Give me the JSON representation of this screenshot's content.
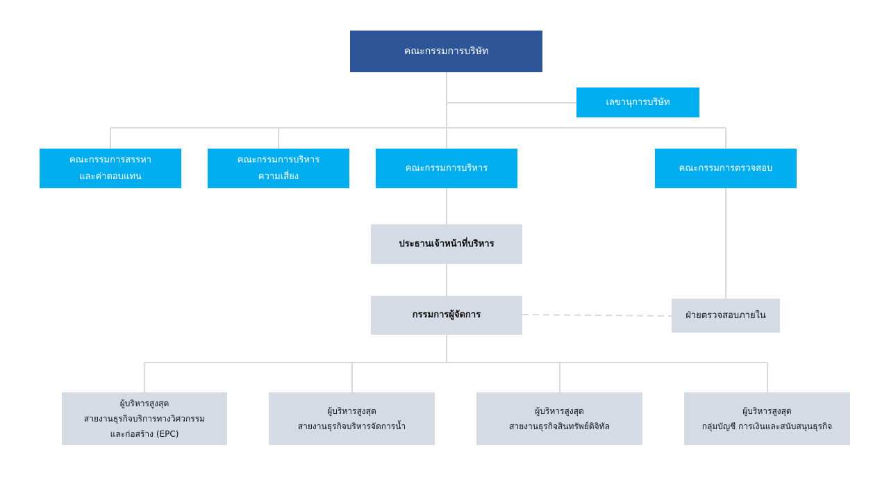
{
  "board": "คณะกรรมการบริษัท",
  "secretary": "เลขานุการบริษัท",
  "committees": {
    "nomination": [
      "คณะกรรมการสรรหา",
      "และค่าตอบแทน"
    ],
    "risk": [
      "คณะกรรมการบริหาร",
      "ความเสี่ยง"
    ],
    "executive": "คณะกรรมการบริหาร",
    "audit": "คณะกรรมการตรวจสอบ"
  },
  "ceo": "ประธานเจ้าหน้าที่บริหาร",
  "md": "กรรมการผู้จัดการ",
  "internal_audit": "ฝ่ายตรวจสอบภายใน",
  "business_units": {
    "epc": [
      "ผู้บริหารสูงสุด",
      "สายงานธุรกิจบริการทางวิศวกรรม",
      "และก่อสร้าง (EPC)"
    ],
    "water": [
      "ผู้บริหารสูงสุด",
      "สายงานธุรกิจบริหารจัดการน้ำ"
    ],
    "digital": [
      "ผู้บริหารสูงสุด",
      "สายงานธุรกิจสินทรัพย์ดิจิทัล"
    ],
    "finance": [
      "ผู้บริหารสูงสุด",
      "กลุ่มบัญชี การเงินและสนับสนุนธุรกิจ"
    ]
  },
  "colors": {
    "board": "#2e5597",
    "committee": "#00adef",
    "management": "#d5dbe5",
    "connector": "#d9d9d9"
  }
}
